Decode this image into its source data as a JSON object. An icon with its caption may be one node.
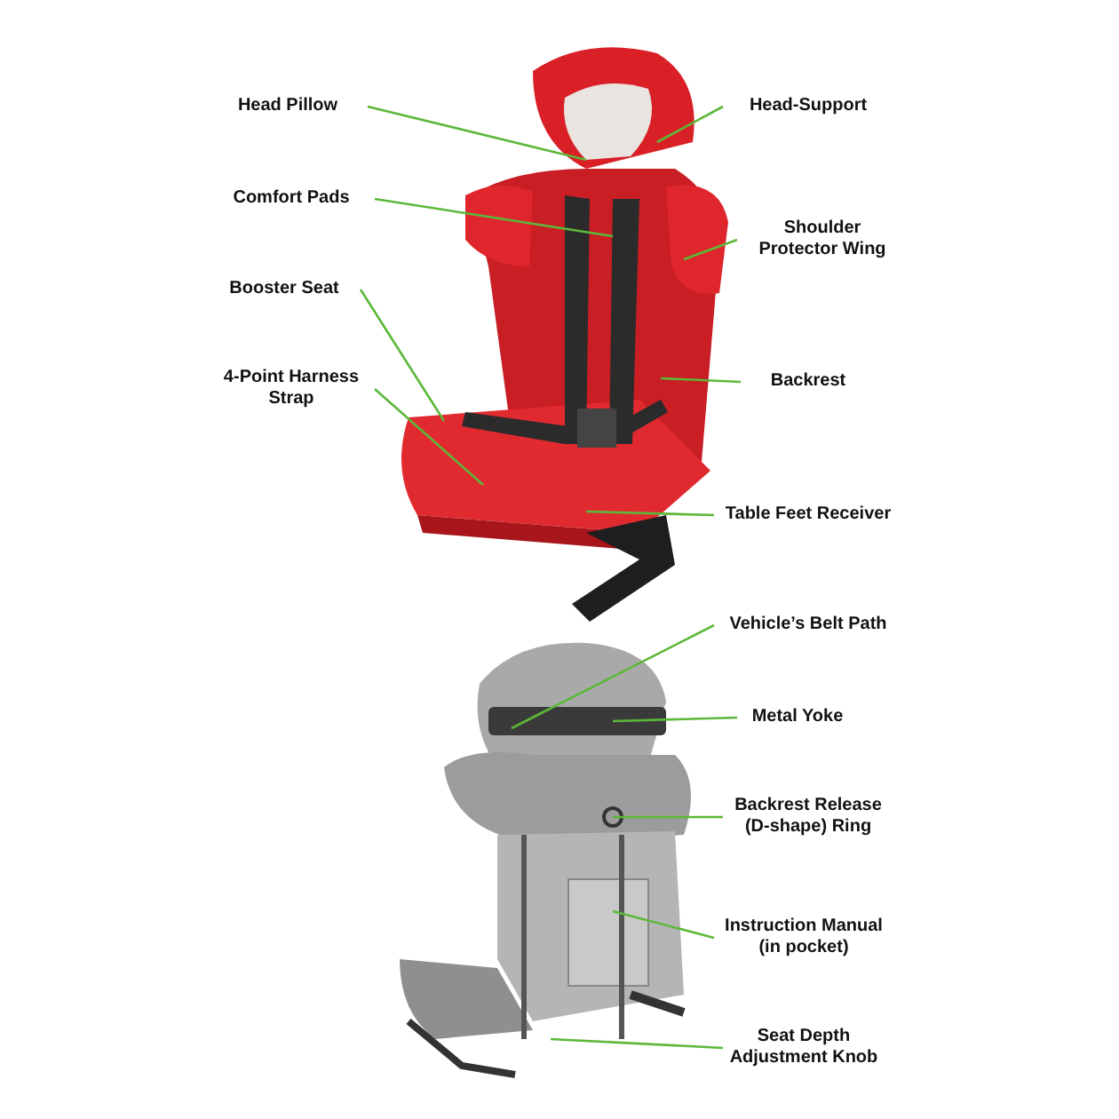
{
  "diagram": {
    "nodes": [
      {
        "text": [
          "Head Pillow"
        ]
      },
      {
        "text": [
          "Head-Support"
        ]
      },
      {
        "text": [
          "Comfort Pads"
        ]
      },
      {
        "text": [
          "Shoulder Protector Wing"
        ]
      },
      {
        "text": [
          "Booster Seat"
        ]
      },
      {
        "text": [
          "4-Point Harness Strap"
        ]
      },
      {
        "text": [
          "Backrest"
        ]
      },
      {
        "text": [
          "Table Feet Receiver"
        ]
      },
      {
        "text": [
          "Vehicle’s Belt Path"
        ]
      },
      {
        "text": [
          "Metal Yoke"
        ]
      },
      {
        "text": [
          "Backrest Release (D-shape) Ring"
        ]
      },
      {
        "text": [
          "Instruction Manual (in pocket)"
        ]
      },
      {
        "text": [
          "Seat Depth Adjustment Knob"
        ]
      }
    ],
    "edges": [
      {
        "from": 0,
        "to": null,
        "arrow": "none"
      },
      {
        "from": 1,
        "to": null,
        "arrow": "none"
      },
      {
        "from": 2,
        "to": null,
        "arrow": "none"
      },
      {
        "from": 3,
        "to": null,
        "arrow": "none"
      },
      {
        "from": 4,
        "to": null,
        "arrow": "none"
      },
      {
        "from": 5,
        "to": null,
        "arrow": "none"
      },
      {
        "from": 6,
        "to": null,
        "arrow": "none"
      },
      {
        "from": 7,
        "to": null,
        "arrow": "none"
      },
      {
        "from": 8,
        "to": null,
        "arrow": "none"
      },
      {
        "from": 9,
        "to": null,
        "arrow": "none"
      },
      {
        "from": 10,
        "to": null,
        "arrow": "none"
      },
      {
        "from": 11,
        "to": null,
        "arrow": "none"
      },
      {
        "from": 12,
        "to": null,
        "arrow": "none"
      }
    ]
  }
}
